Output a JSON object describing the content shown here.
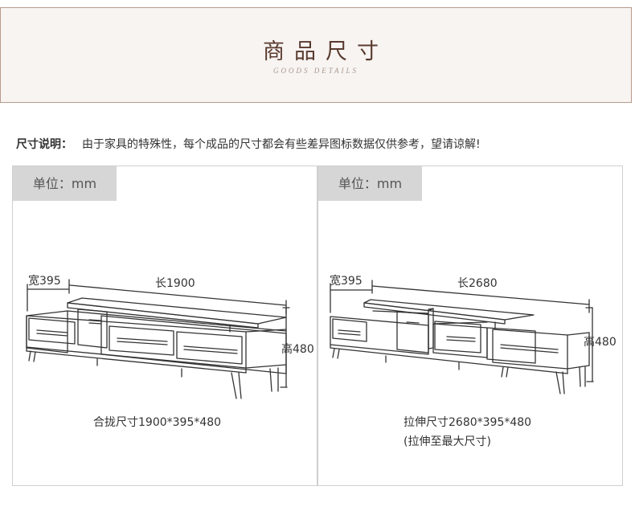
{
  "header": {
    "title": "商品尺寸",
    "subtitle": "GOODS DETAILS"
  },
  "note": {
    "label": "尺寸说明：",
    "text": "由于家具的特殊性，每个成品的尺寸都会有些差异图标数据仅供参考，望请谅解!"
  },
  "panels": [
    {
      "unit": "单位：mm",
      "width_label": "宽395",
      "length_label": "长1900",
      "height_label": "高480",
      "caption_line1": "合拢尺寸1900*395*480",
      "caption_line2": ""
    },
    {
      "unit": "单位：mm",
      "width_label": "宽395",
      "length_label": "长2680",
      "height_label": "高480",
      "caption_line1": "拉伸尺寸2680*395*480",
      "caption_line2": "(拉伸至最大尺寸)"
    }
  ],
  "colors": {
    "border": "#b89a8a",
    "header_bg": "#f7f4f2",
    "title": "#5a3a2e",
    "tag_bg": "#d6d6d6"
  }
}
